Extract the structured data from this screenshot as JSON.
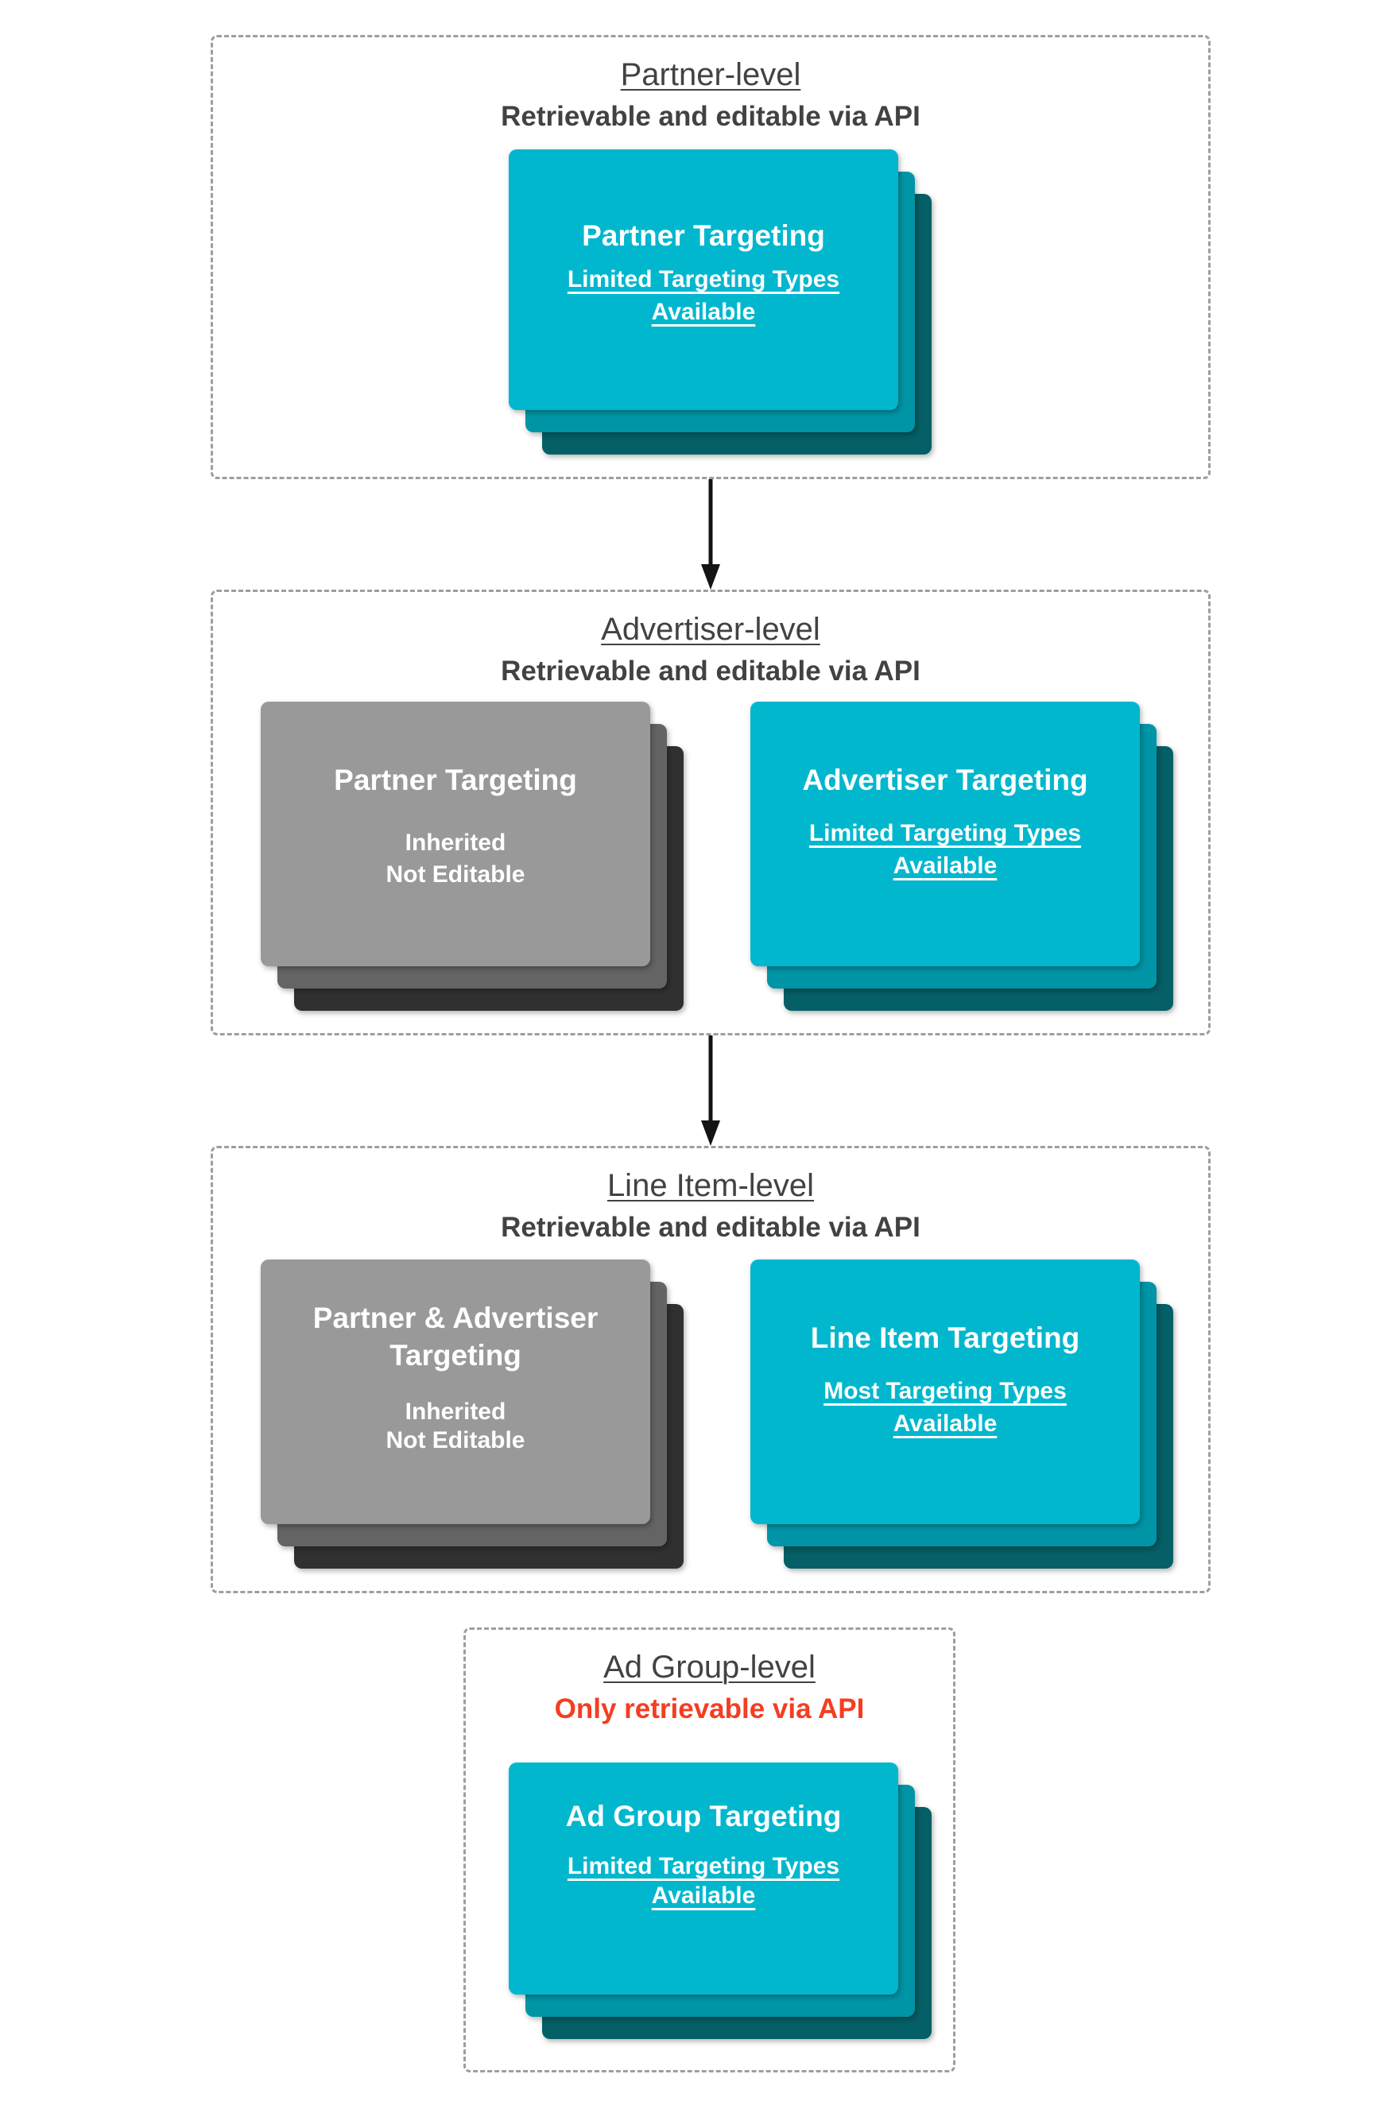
{
  "colors": {
    "cyan_front": "#00b7ce",
    "cyan_mid": "#0095a6",
    "cyan_back": "#055f66",
    "gray_front": "#999999",
    "gray_mid": "#646464",
    "gray_back": "#303030",
    "title_text": "#424242",
    "alert_red": "#f43d22",
    "card_text": "#ffffff",
    "dashed_border": "#9e9e9e",
    "arrow": "#141414"
  },
  "sections": [
    {
      "title": "Partner-level",
      "subtitle": "Retrievable and editable via API",
      "cards": [
        {
          "variant": "cyan",
          "heading_lines": [
            "Partner Targeting"
          ],
          "sub_lines": [
            "Limited Targeting Types",
            "Available"
          ],
          "sub_underlined": true
        }
      ]
    },
    {
      "title": "Advertiser-level",
      "subtitle": "Retrievable and editable via API",
      "cards": [
        {
          "variant": "gray",
          "heading_lines": [
            "Partner Targeting"
          ],
          "sub_lines": [
            "Inherited",
            "Not Editable"
          ],
          "sub_underlined": false
        },
        {
          "variant": "cyan",
          "heading_lines": [
            "Advertiser Targeting"
          ],
          "sub_lines": [
            "Limited Targeting Types",
            "Available"
          ],
          "sub_underlined": true
        }
      ]
    },
    {
      "title": "Line Item-level",
      "subtitle": "Retrievable and editable via API",
      "cards": [
        {
          "variant": "gray",
          "heading_lines": [
            "Partner & Advertiser",
            "Targeting"
          ],
          "sub_lines": [
            "Inherited",
            "Not Editable"
          ],
          "sub_underlined": false
        },
        {
          "variant": "cyan",
          "heading_lines": [
            "Line Item Targeting"
          ],
          "sub_lines": [
            "Most Targeting Types",
            "Available"
          ],
          "sub_underlined": true
        }
      ]
    },
    {
      "title": "Ad Group-level",
      "subtitle": "Only retrievable via API",
      "cards": [
        {
          "variant": "cyan",
          "heading_lines": [
            "Ad Group Targeting"
          ],
          "sub_lines": [
            "Limited Targeting Types",
            "Available"
          ],
          "sub_underlined": true
        }
      ]
    }
  ]
}
